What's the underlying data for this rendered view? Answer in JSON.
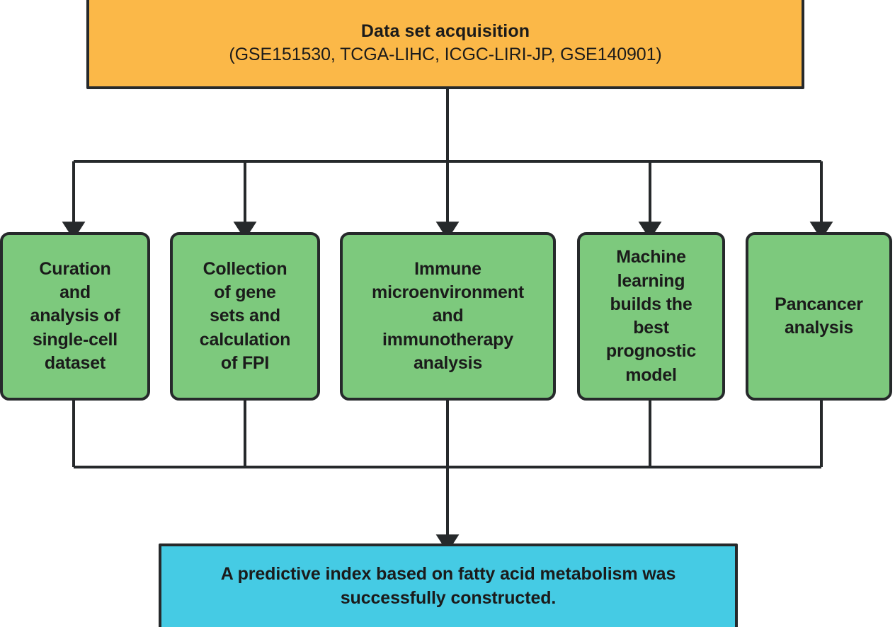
{
  "diagram": {
    "title": "Study workflow flowchart",
    "colors": {
      "acquisition_fill": "#FBB848",
      "stage_fill": "#7DC97D",
      "conclusion_fill": "#45CBE4",
      "stroke": "#26292B",
      "text": "#1B1B1B"
    },
    "acquisition": {
      "title": "Data set acquisition",
      "datasets_line": "(GSE151530, TCGA-LIHC, ICGC-LIRI-JP, GSE140901)",
      "datasets": [
        "GSE151530",
        "TCGA-LIHC",
        "ICGC-LIRI-JP",
        "GSE140901"
      ]
    },
    "stages": [
      {
        "id": "curation-single-cell",
        "label": "Curation\nand\nanalysis of\nsingle-cell\ndataset"
      },
      {
        "id": "gene-sets-fpi",
        "label": "Collection\nof gene\nsets and\ncalculation\nof FPI"
      },
      {
        "id": "immune-microenvironment",
        "label": "Immune\nmicroenvironment\nand\nimmunotherapy\nanalysis"
      },
      {
        "id": "machine-learning-model",
        "label": "Machine\nlearning\nbuilds the\nbest\nprognostic\nmodel"
      },
      {
        "id": "pancancer-analysis",
        "label": "Pancancer\nanalysis"
      }
    ],
    "conclusion": {
      "label": "A predictive index based on fatty acid metabolism was\nsuccessfully constructed."
    }
  }
}
